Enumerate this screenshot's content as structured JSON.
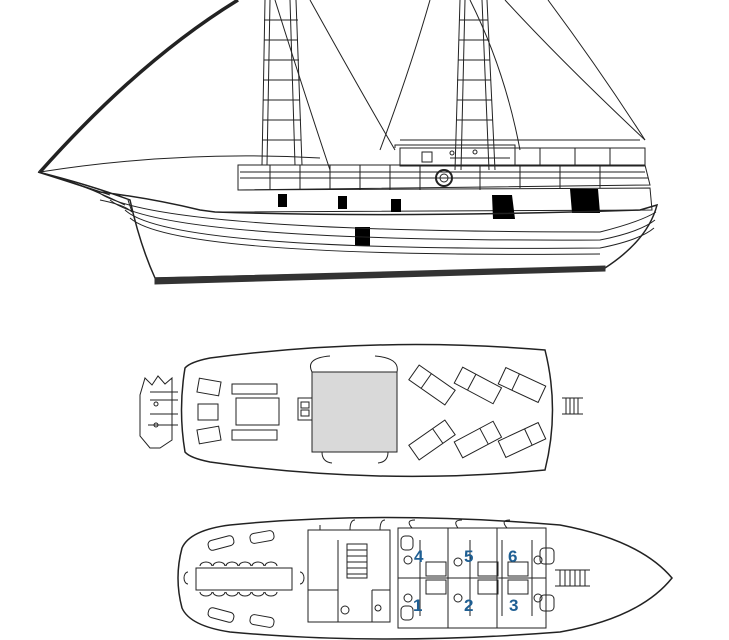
{
  "cabins": [
    {
      "number": "4"
    },
    {
      "number": "5"
    },
    {
      "number": "6"
    },
    {
      "number": "1"
    },
    {
      "number": "2"
    },
    {
      "number": "3"
    }
  ],
  "colors": {
    "line": "#222222",
    "cabin_label": "#1f5f93",
    "deck_house_fill": "#d9d9d9",
    "window_fill": "#000000"
  }
}
